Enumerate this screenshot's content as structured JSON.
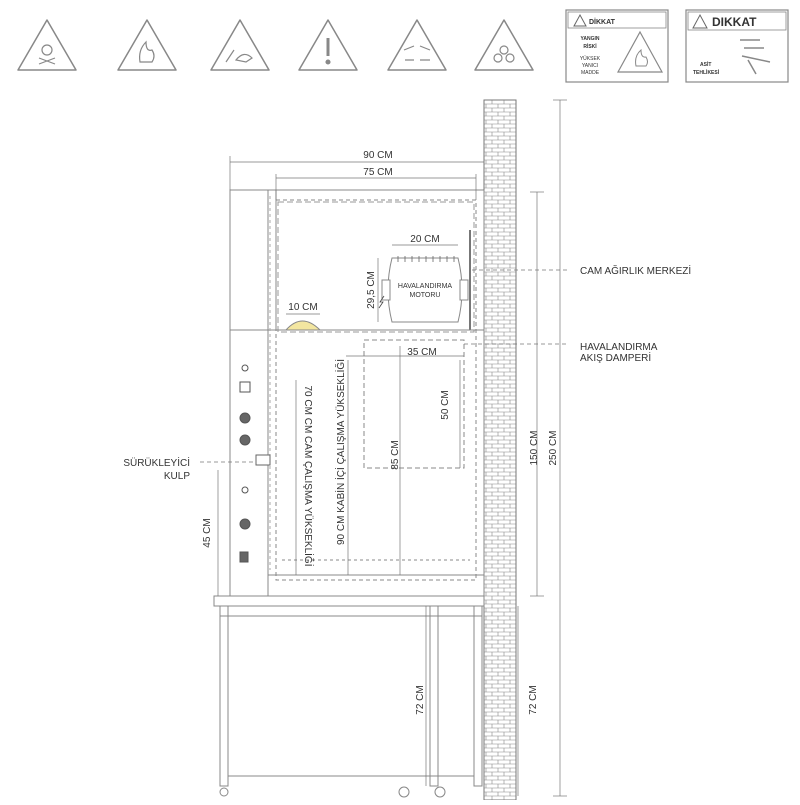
{
  "warning_signs": {
    "sign7": {
      "header": "DİKKAT",
      "lines": [
        "YANGIN",
        "RİSKİ",
        "YÜKSEK",
        "YANICI",
        "MADDE"
      ]
    },
    "sign8": {
      "header": "DIKKAT",
      "footer_lines": [
        "ASİT",
        "TEHLİKESİ"
      ]
    }
  },
  "dimensions": {
    "outer_width": "90 CM",
    "inner_width": "75 CM",
    "motor_width": "20 CM",
    "motor_height": "29,5 CM",
    "light_width": "10 CM",
    "damper_width": "35 CM",
    "damper_height": "50 CM",
    "work_height": "85 CM",
    "cabinet_height_150": "150 CM",
    "total_height": "250 CM",
    "stand_height_wall": "72 CM",
    "stand_height_inner": "72 CM",
    "handle_height": "45 CM",
    "glass_working_height": "70 CM CM CAM ÇALIŞMA YÜKSEKLİĞİ",
    "cabin_working_height": "90 CM KABİN İÇİ ÇALIŞMA YÜKSEKLİĞİ"
  },
  "labels": {
    "motor_line1": "HAVALANDIRMA",
    "motor_line2": "MOTORU",
    "glass_counterweight": "CAM AĞIRLIK MERKEZİ",
    "damper_line1": "HAVALANDIRMA",
    "damper_line2": "AKIŞ DAMPERİ",
    "handle_line1": "SÜRÜKLEYİCİ",
    "handle_line2": "KULP"
  }
}
